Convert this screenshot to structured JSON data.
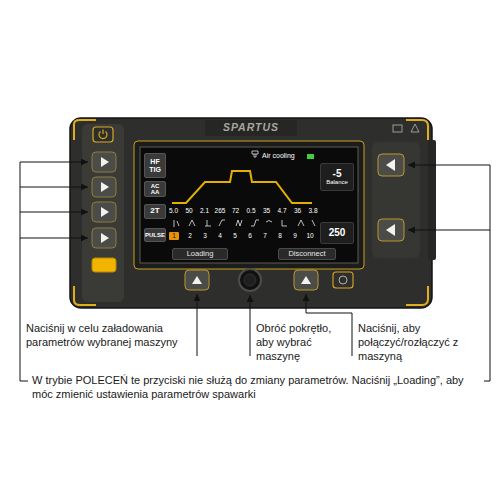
{
  "diagram": {
    "nodes": [
      {
        "text": [
          "HF TIG"
        ]
      },
      {
        "text": [
          "AC AA"
        ]
      },
      {
        "text": [
          "2T"
        ]
      },
      {
        "text": [
          "PULSE"
        ]
      },
      {
        "text": [
          "Loading"
        ]
      },
      {
        "text": [
          "Disconnect"
        ]
      },
      {
        "text": [
          "-5",
          "Balance"
        ]
      },
      {
        "text": [
          "250"
        ]
      }
    ],
    "labels": [
      "SPARTUS",
      "Air cooling",
      "5.0",
      "50",
      "2.1",
      "265",
      "72",
      "0.5",
      "35",
      "4.7",
      "36",
      "3.8",
      "1",
      "2",
      "3",
      "4",
      "5",
      "6",
      "7",
      "8",
      "9",
      "10",
      "Naciśnij w celu załadowania parametrów wybranej maszyny",
      "Obróć pokrętło, aby wybrać maszynę",
      "Naciśnij, aby połączyć/rozłączyć z maszyną",
      "W trybie POLECEŃ te przyciski nie służą do zmiany parametrów. Naciśnij „Loading”, aby móc zmienić ustawienia parametrów spawarki"
    ]
  }
}
